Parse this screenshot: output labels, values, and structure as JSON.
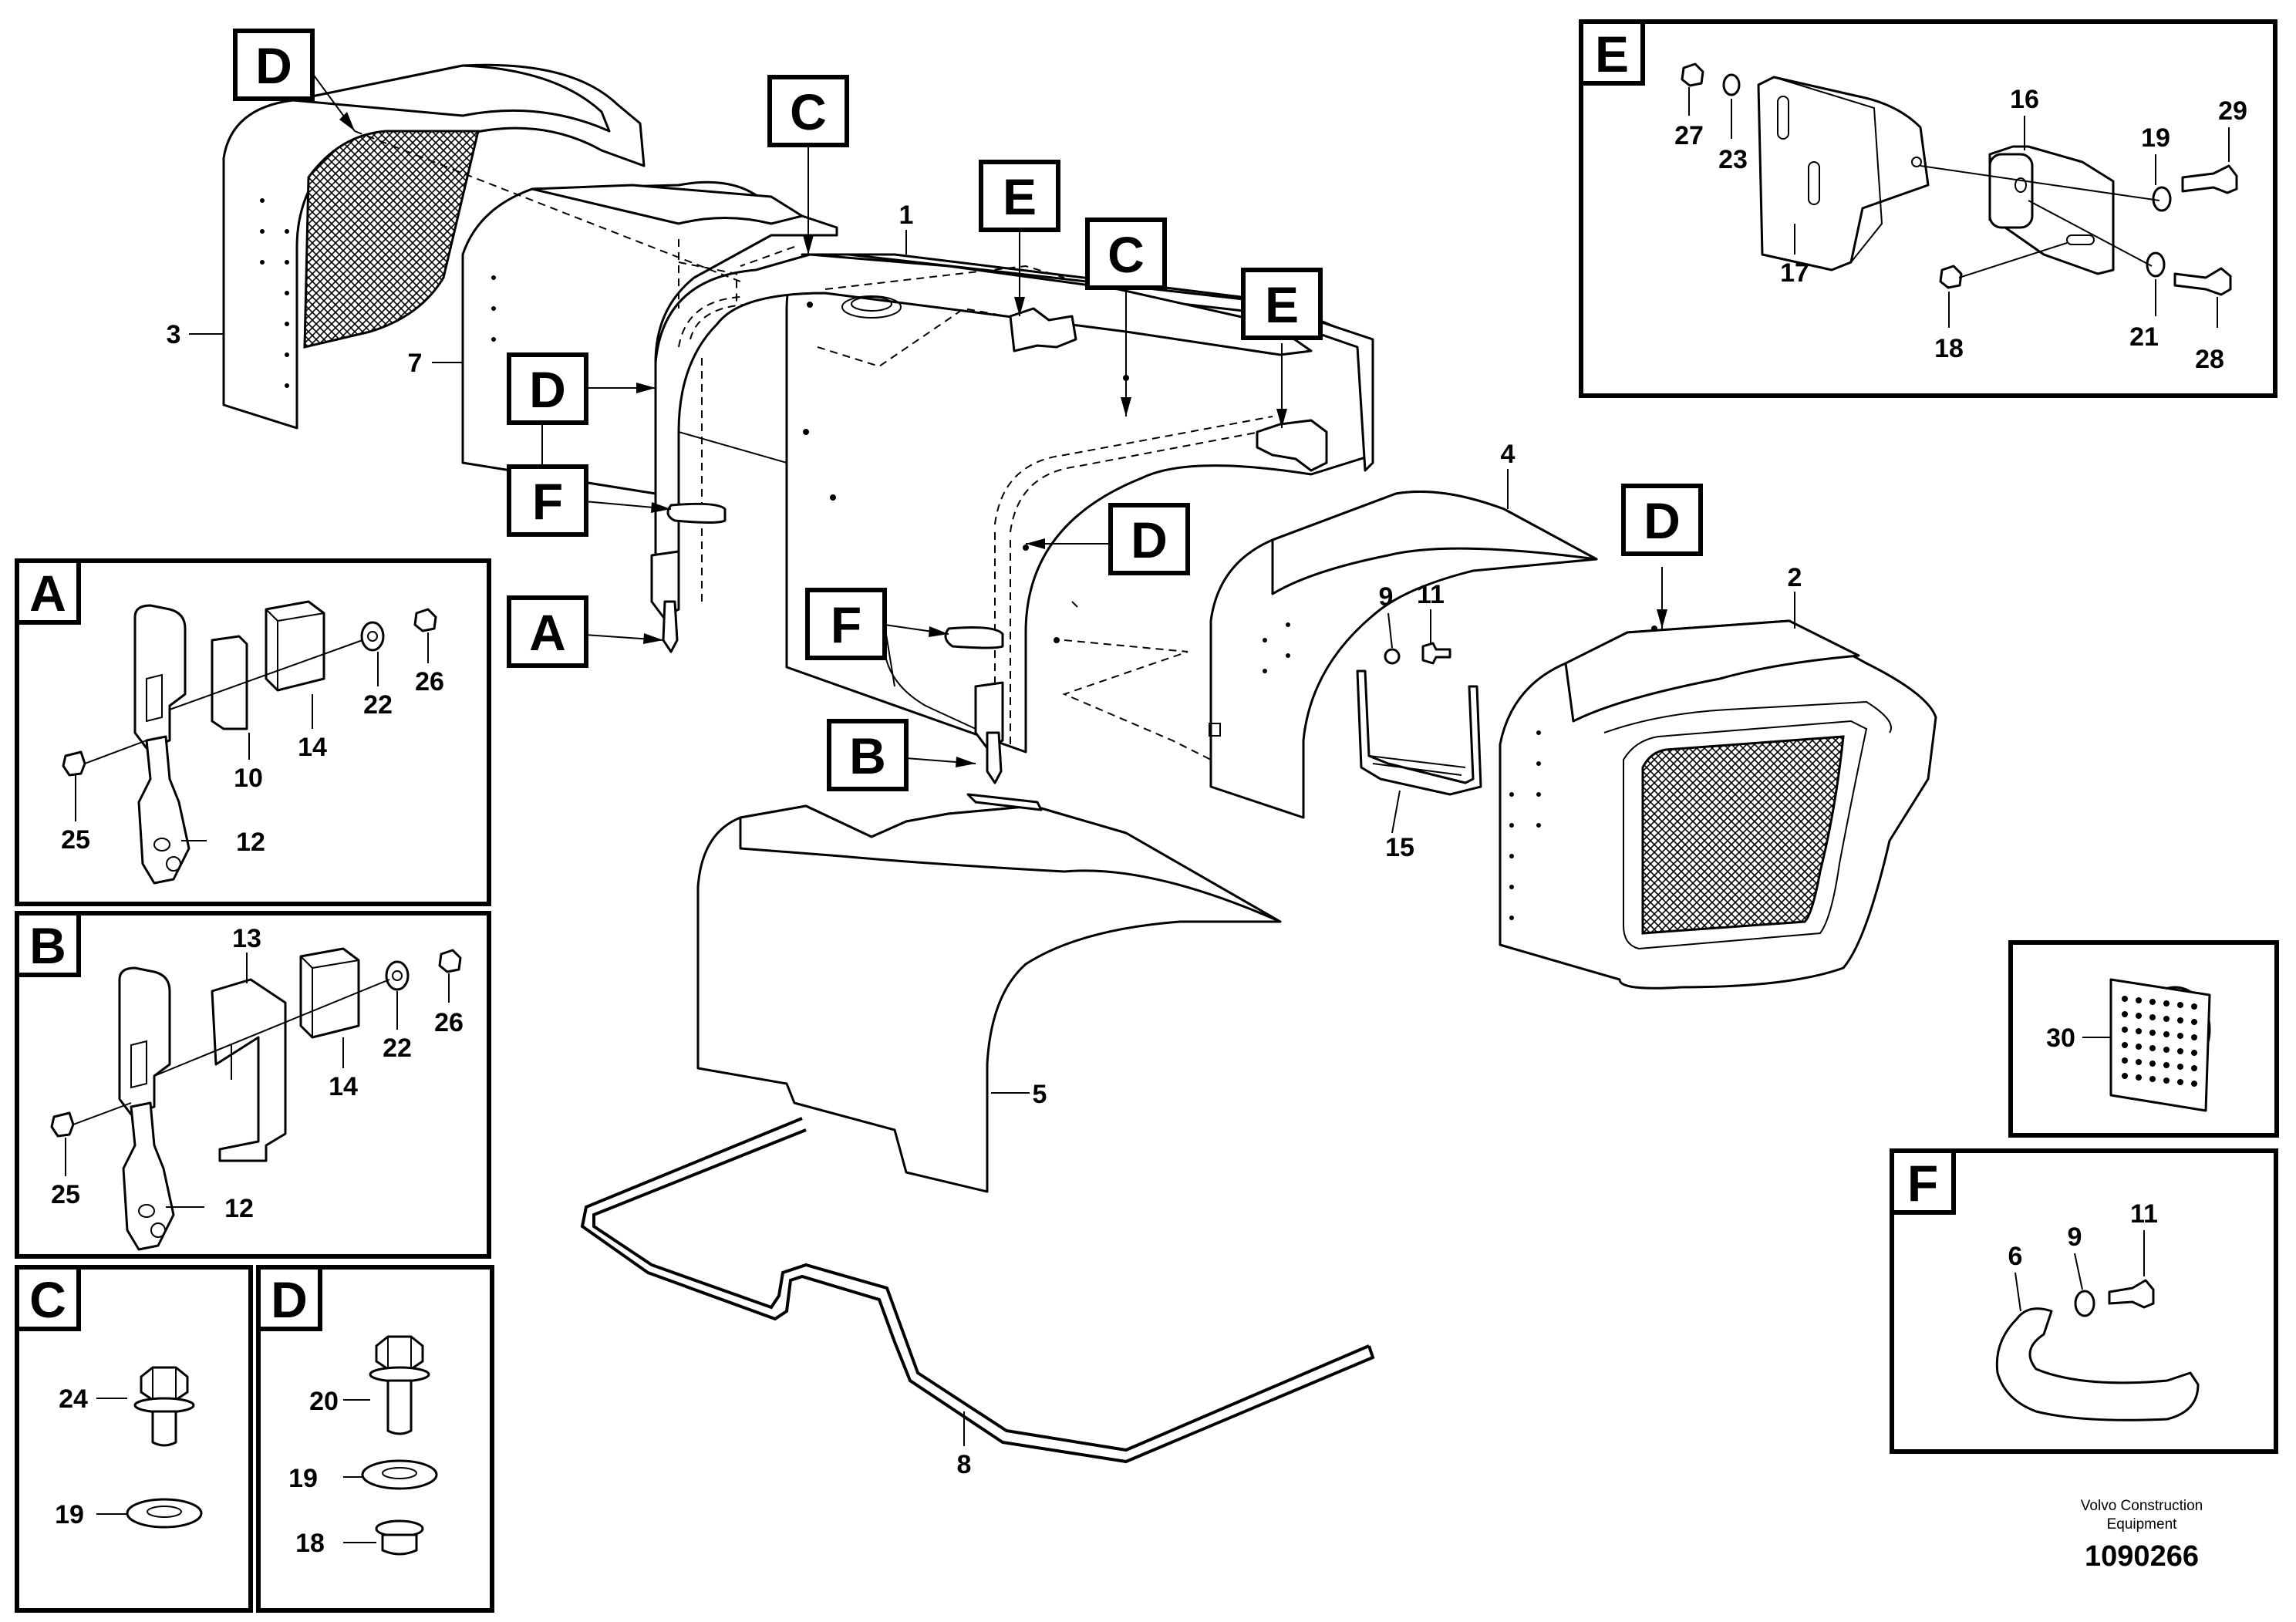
{
  "callout_letters": {
    "a": "A",
    "b": "B",
    "c": "C",
    "d": "D",
    "e": "E",
    "f": "F"
  },
  "part_numbers": {
    "p1": "1",
    "p2": "2",
    "p3": "3",
    "p4": "4",
    "p5": "5",
    "p6": "6",
    "p7": "7",
    "p8": "8",
    "p9": "9",
    "p10": "10",
    "p11": "11",
    "p12": "12",
    "p13": "13",
    "p14": "14",
    "p15": "15",
    "p16": "16",
    "p17": "17",
    "p18": "18",
    "p19": "19",
    "p20": "20",
    "p21": "21",
    "p22": "22",
    "p23": "23",
    "p24": "24",
    "p25": "25",
    "p26": "26",
    "p27": "27",
    "p28": "28",
    "p29": "29",
    "p30": "30"
  },
  "footer": {
    "line1": "Volvo Construction",
    "line2": "Equipment",
    "number": "1090266"
  }
}
